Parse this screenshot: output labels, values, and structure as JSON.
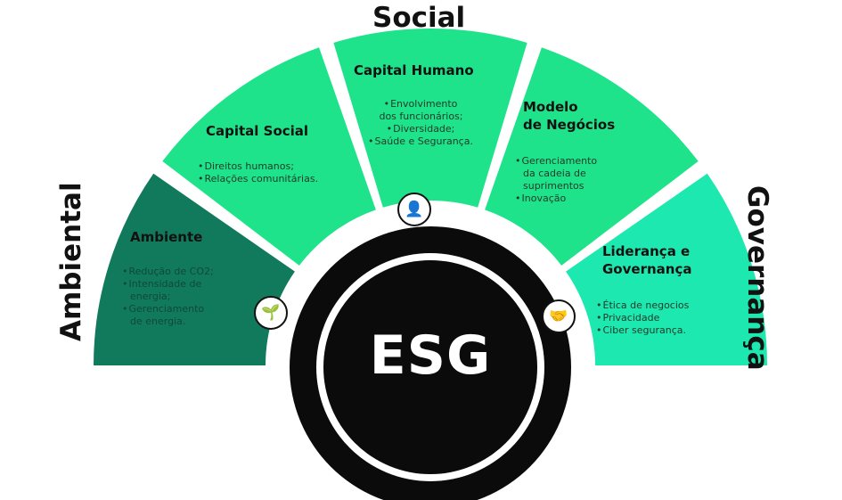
{
  "pillars": {
    "social": "Social",
    "environmental": "Ambiental",
    "governance": "Governança"
  },
  "center_label": "ESG",
  "colors": {
    "ambiente": "#127a5c",
    "green": "#1fe38a",
    "teal": "#1de8b0",
    "black": "#0b0b0b"
  },
  "segments": [
    {
      "title": "Ambiente",
      "items": [
        "Redução de CO2;",
        "Intensidade de",
        "energia;",
        "Gerenciamento",
        "de energia."
      ]
    },
    {
      "title": "Capital Social",
      "items": [
        "Direitos humanos;",
        "Relações comunitárias."
      ]
    },
    {
      "title": "Capital Humano",
      "items": [
        "Envolvimento",
        "dos funcionários;",
        "Diversidade;",
        "Saúde e Segurança."
      ]
    },
    {
      "title_lines": [
        "Modelo",
        "de Negócios"
      ],
      "items": [
        "Gerenciamento",
        "da cadeia de",
        "suprimentos",
        "Inovação"
      ]
    },
    {
      "title_lines": [
        "Liderança e",
        "Governança"
      ],
      "items": [
        "Ética de negocios",
        "Privacidade",
        "Ciber segurança."
      ]
    }
  ],
  "icons": [
    "plant-in-hand-icon",
    "person-in-hands-icon",
    "handshake-icon"
  ]
}
